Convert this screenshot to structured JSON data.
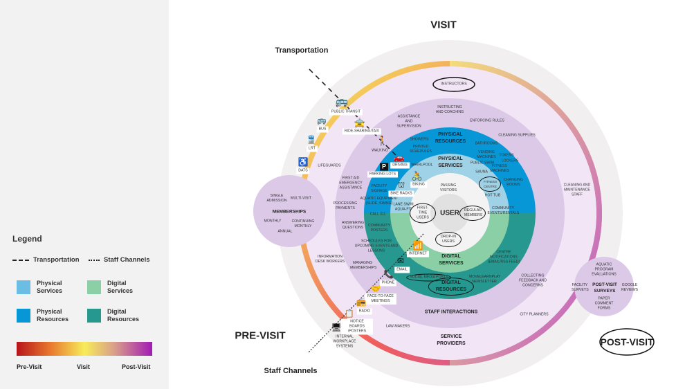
{
  "legend": {
    "title": "Legend",
    "line_types": [
      {
        "label": "Transportation",
        "style": "dashed"
      },
      {
        "label": "Staff Channels",
        "style": "dotted"
      }
    ],
    "swatches": [
      {
        "label": "Physical Services",
        "line1": "Physical",
        "line2": "Services",
        "color": "#6bbde3"
      },
      {
        "label": "Digital Services",
        "line1": "Digital",
        "line2": "Services",
        "color": "#8acfa6"
      },
      {
        "label": "Physical Resources",
        "line1": "Physical",
        "line2": "Resources",
        "color": "#0897d6"
      },
      {
        "label": "Digital Resources",
        "line1": "Digital",
        "line2": "Resources",
        "color": "#26988f"
      }
    ],
    "gradient_labels": [
      "Pre-Visit",
      "Visit",
      "Post-Visit"
    ]
  },
  "phases": {
    "visit": "VISIT",
    "pre_visit": "PRE-VISIT",
    "post_visit": "POST-VISIT"
  },
  "channels": {
    "transportation": "Transportation",
    "staff": "Staff Channels"
  },
  "rings": {
    "user": "USER",
    "user_types": [
      "Passing Visitors",
      "First-Time Users",
      "Regular Members",
      "Drop-In Users"
    ],
    "physical_services": {
      "title_1": "PHYSICAL",
      "title_2": "SERVICES",
      "items": [
        "Whirlpool",
        "Public Swim",
        "Sauna",
        "Fitness Centre",
        "Hot Tub",
        "Lane Swim",
        "Aqua-Fit"
      ]
    },
    "physical_resources": {
      "title_1": "PHYSICAL",
      "title_2": "RESOURCES",
      "items": [
        "Showers",
        "Printed Schedules",
        "Bathrooms",
        "Vending Machines",
        "Tokens",
        "Lockers",
        "Fitness Machines",
        "Changing Rooms",
        "Facility Signage",
        "Aquatic Equipment (Slide, Swing)"
      ]
    },
    "digital_services": {
      "title_1": "DIGITAL",
      "title_2": "SERVICES",
      "items": [
        "Community Events/Rentals",
        "Centre Notifications (Email/RSS Feed)"
      ]
    },
    "digital_resources": {
      "title_1": "DIGITAL",
      "title_2": "RESOURCES",
      "items": [
        "Call 311",
        "Community Posters",
        "Schedules for Upcoming Events and Lessons",
        "Social Media Posts",
        "MoveLearnPlay Newsletter"
      ]
    },
    "staff_interactions": {
      "title": "STAFF INTERACTIONS",
      "items": [
        "Instructing and Coaching",
        "Assistance and Supervision",
        "Enforcing Rules",
        "Cleaning Supplies",
        "First Aid Emergency Assistance",
        "Processing Payments",
        "Answering Questions",
        "Managing Memberships",
        "Collecting Feedback and Concerns"
      ]
    },
    "service_providers": {
      "title_1": "SERVICE",
      "title_2": "PROVIDERS",
      "items": [
        "Instructors",
        "Lifeguards",
        "Cleaning and Maintenance Staff",
        "Information Desk Workers",
        "Law-Makers",
        "City Planners"
      ]
    }
  },
  "transportation": [
    {
      "label": "Public Transit",
      "icon": "bus-front-icon"
    },
    {
      "label": "Ride-Sharing/Taxi",
      "icon": "car-icon"
    },
    {
      "label": "Walking",
      "icon": "walking-icon"
    },
    {
      "label": "Driving",
      "icon": "car-icon"
    },
    {
      "label": "Parking Lots",
      "icon": "parking-icon"
    },
    {
      "label": "Biking",
      "icon": "bike-icon"
    },
    {
      "label": "Bike Racks",
      "icon": "bike-rack-icon"
    },
    {
      "label": "Bus",
      "icon": "bus-icon"
    },
    {
      "label": "LRT",
      "icon": "train-icon"
    },
    {
      "label": "DATS",
      "icon": "wheelchair-icon"
    }
  ],
  "staff_channels": [
    {
      "label": "Internet",
      "icon": "wifi-icon"
    },
    {
      "label": "Email",
      "icon": "email-icon"
    },
    {
      "label": "Phone",
      "icon": "phone-icon"
    },
    {
      "label": "Face-to-Face Meetings",
      "icon": "handshake-icon"
    },
    {
      "label": "Radio",
      "icon": "radio-icon"
    },
    {
      "label": "Notice Boards /Posters",
      "icon": "notice-board-icon"
    },
    {
      "label": "Internal Workplace Systems",
      "icon": "monitor-icon"
    }
  ],
  "memberships": {
    "title": "MEMBERSHIPS",
    "items": [
      "Single Admission",
      "Multi-Visit",
      "Monthly",
      "Continuing Monthly",
      "Annual"
    ]
  },
  "post_visit_surveys": {
    "title_1": "POST-VISIT",
    "title_2": "SURVEYS",
    "items": [
      "Aquatic Program Evaluations",
      "Facility Surveys",
      "Google Reviews",
      "Paper Comment Forms"
    ]
  }
}
